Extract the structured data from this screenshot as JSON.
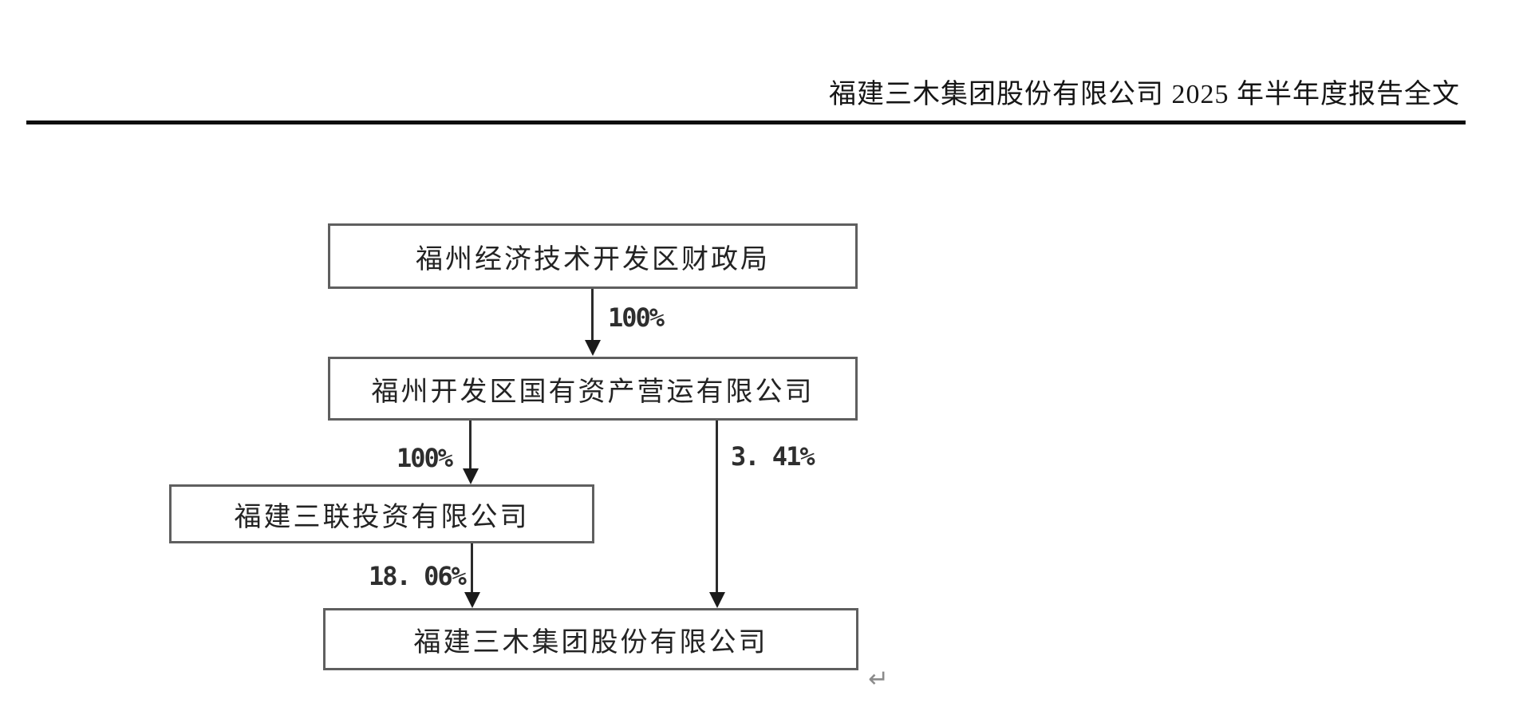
{
  "header": {
    "title": "福建三木集团股份有限公司 2025 年半年度报告全文"
  },
  "diagram": {
    "nodes": [
      {
        "label": "福州经济技术开发区财政局"
      },
      {
        "label": "福州开发区国有资产营运有限公司"
      },
      {
        "label": "福建三联投资有限公司"
      },
      {
        "label": "福建三木集团股份有限公司"
      }
    ],
    "edges": [
      {
        "from": "福州经济技术开发区财政局",
        "to": "福州开发区国有资产营运有限公司",
        "label": "100%"
      },
      {
        "from": "福州开发区国有资产营运有限公司",
        "to": "福建三联投资有限公司",
        "label": "100%"
      },
      {
        "from": "福州开发区国有资产营运有限公司",
        "to": "福建三木集团股份有限公司",
        "label": "3. 41%"
      },
      {
        "from": "福建三联投资有限公司",
        "to": "福建三木集团股份有限公司",
        "label": "18. 06%"
      }
    ],
    "paragraph_mark": "↵"
  },
  "colors": {
    "ink": "#1f1f1f",
    "box_border": "#5f5f5f",
    "connector": "#2b2b2b",
    "rule": "#0d0d0d",
    "paragraph_mark": "#8b8b8b",
    "background": "#ffffff"
  }
}
